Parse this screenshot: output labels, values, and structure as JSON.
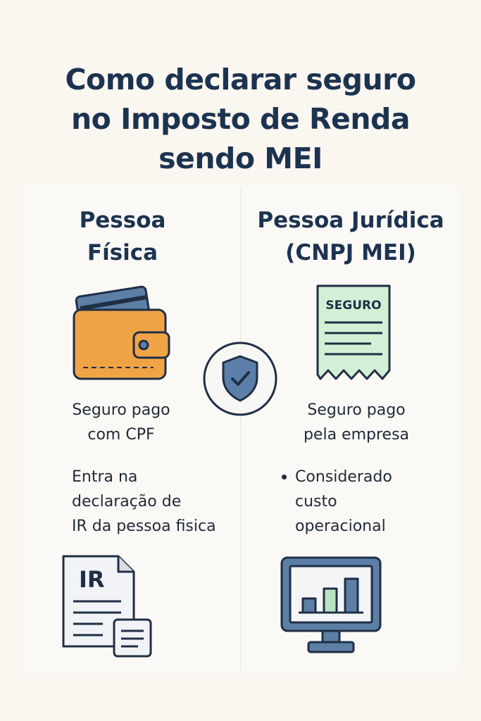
{
  "title": {
    "line1": "Como declarar seguro",
    "line2": "no Imposto de Renda",
    "line3": "sendo MEI"
  },
  "left": {
    "heading_line1": "Pessoa",
    "heading_line2": "Física",
    "caption_line1": "Seguro pago",
    "caption_line2": "com CPF",
    "detail_line1": "Entra na",
    "detail_line2": "declaração de",
    "detail_line3": "IR da pessoa fisica",
    "doc_label": "IR"
  },
  "right": {
    "heading_line1": "Pessoa Jurídica",
    "heading_line2": "(CNPJ MEI)",
    "receipt_label": "SEGURO",
    "caption_line1": "Seguro pago",
    "caption_line2": "pela empresa",
    "detail_line1": "Considerado",
    "detail_line2": "custo",
    "detail_line3": "operacional"
  },
  "icons": {
    "wallet": "wallet-icon",
    "shield": "shield-check-icon",
    "receipt": "insurance-receipt-icon",
    "document": "tax-document-icon",
    "monitor": "bar-chart-monitor-icon"
  },
  "colors": {
    "navy": "#1c3350",
    "wallet_orange": "#f0a446",
    "card_blue": "#5c7fa6",
    "receipt_green": "#d3efd6",
    "shield_blue": "#5b7fa8",
    "chart_green": "#b9e4c0"
  }
}
